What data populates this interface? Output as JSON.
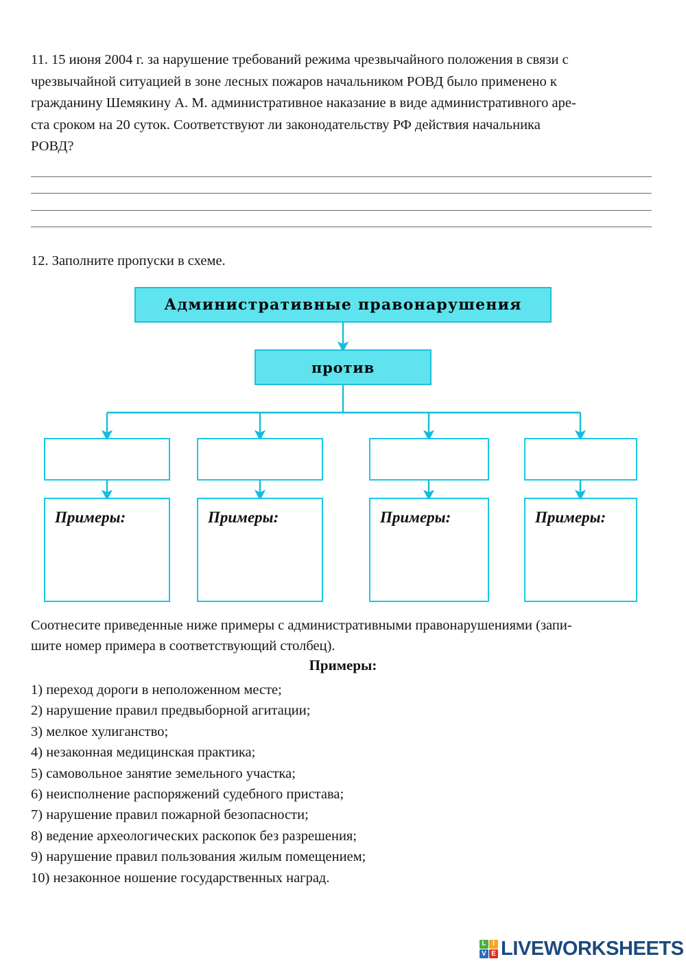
{
  "document": {
    "language": "ru",
    "page_background": "#ffffff"
  },
  "question11": {
    "line1": "11. 15 июня 2004 г. за нарушение требований режима чрезвычайного положения в связи с",
    "line2": "чрезвычайной ситуацией в зоне лесных пожаров начальником РОВД было применено к",
    "line3": "гражданину Шемякину А. М. административное наказание в виде административного аре-",
    "line4": "ста сроком на 20 суток. Соответствуют ли законодательству РФ действия начальника",
    "line5": "РОВД?",
    "answer_lines_count": 4
  },
  "question12": {
    "prompt": "12. Заполните пропуски в схеме."
  },
  "diagram": {
    "type": "tree",
    "border_color": "#18C8E4",
    "fill_color": "#5FE3EE",
    "root": {
      "label": "Административные  правонарушения"
    },
    "sub": {
      "label": "против"
    },
    "categories": [
      {
        "label": ""
      },
      {
        "label": ""
      },
      {
        "label": ""
      },
      {
        "label": ""
      }
    ],
    "example_boxes": [
      {
        "label": "Примеры:"
      },
      {
        "label": "Примеры:"
      },
      {
        "label": "Примеры:"
      },
      {
        "label": "Примеры:"
      }
    ]
  },
  "matching": {
    "line1": "Соотнесите приведенные ниже примеры с административными правонарушениями (запи-",
    "line2": "шите номер примера в соответствующий столбец).",
    "heading": "Примеры:",
    "items": [
      "1) переход дороги в неположенном месте;",
      "2) нарушение правил предвыборной агитации;",
      "3) мелкое хулиганство;",
      "4) незаконная медицинская практика;",
      "5) самовольное занятие земельного участка;",
      "6) неисполнение распоряжений судебного пристава;",
      "7) нарушение правил пожарной безопасности;",
      "8) ведение археологических раскопок без разрешения;",
      "9) нарушение правил пользования жилым помещением;",
      "10) незаконное ношение государственных наград."
    ]
  },
  "footer": {
    "logo_cells": [
      "LI",
      "",
      "VE",
      ""
    ],
    "logo_letters": {
      "top_left": "LI",
      "top_right": "",
      "bottom_left": "VE",
      "bottom_right": ""
    },
    "mark_l": "L",
    "mark_i": "I",
    "mark_v": "V",
    "mark_e": "E",
    "wordmark": "LIVEWORKSHEETS",
    "wordmark_color": "#1B4A7E"
  }
}
